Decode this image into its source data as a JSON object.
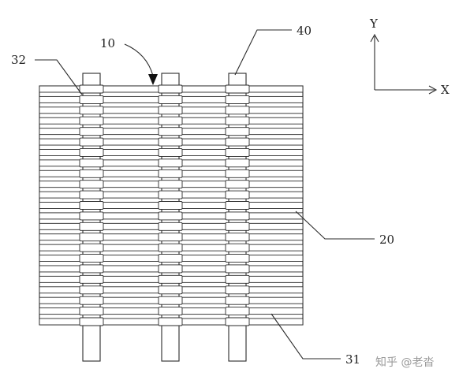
{
  "labels": {
    "ref_10": "10",
    "ref_20": "20",
    "ref_31": "31",
    "ref_32": "32",
    "ref_40": "40"
  },
  "axes": {
    "x_label": "X",
    "y_label": "Y"
  },
  "structure": {
    "horizontal_strips": 23,
    "vertical_bars": 3
  },
  "watermark": "知乎 @老沓"
}
